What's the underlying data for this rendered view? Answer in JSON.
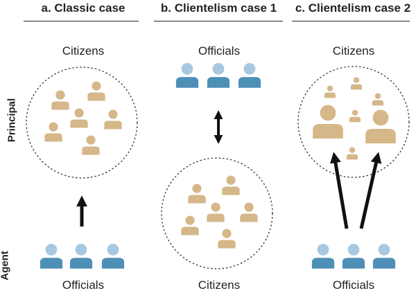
{
  "panels": [
    {
      "title": "a. Classic case",
      "top_label": "Citizens",
      "bottom_label": "Officials"
    },
    {
      "title": "b. Clientelism case 1",
      "top_label": "Officials",
      "bottom_label": "Citizens"
    },
    {
      "title": "c. Clientelism case 2",
      "top_label": "Citizens",
      "bottom_label": "Officials"
    }
  ],
  "row_labels": {
    "principal": "Principal",
    "agent": "Agent"
  },
  "colors": {
    "citizen": "#d5b789",
    "official_body": "#4e8fb8",
    "official_head": "#a7c8e0",
    "ink": "#111111"
  }
}
